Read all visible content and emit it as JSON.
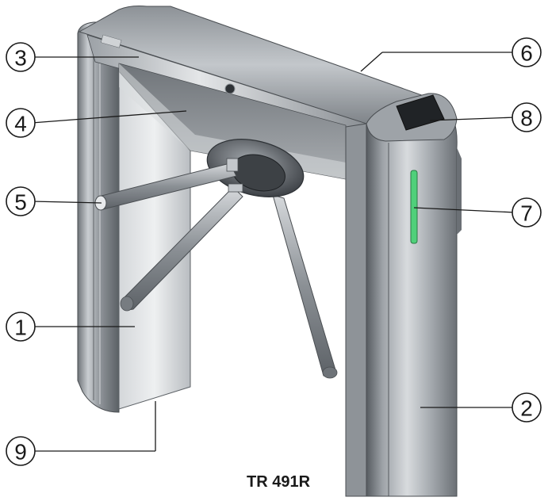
{
  "figure": {
    "caption": "TR 491R",
    "indicator_color": "#4fd07a",
    "body_color": "#9aa0a6",
    "callouts": [
      {
        "id": "callout-1",
        "label": "1"
      },
      {
        "id": "callout-2",
        "label": "2"
      },
      {
        "id": "callout-3",
        "label": "3"
      },
      {
        "id": "callout-4",
        "label": "4"
      },
      {
        "id": "callout-5",
        "label": "5"
      },
      {
        "id": "callout-6",
        "label": "6"
      },
      {
        "id": "callout-7",
        "label": "7"
      },
      {
        "id": "callout-8",
        "label": "8"
      },
      {
        "id": "callout-9",
        "label": "9"
      }
    ]
  }
}
